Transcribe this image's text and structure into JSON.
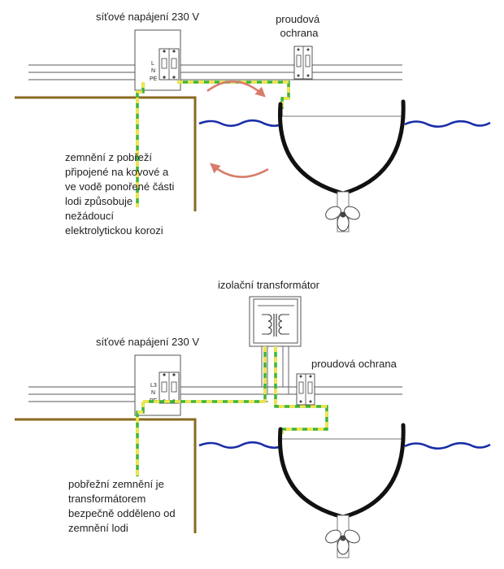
{
  "colors": {
    "earth_green": "#3cb43c",
    "earth_yellow": "#f4e64a",
    "ground": "#8a6a1f",
    "water": "#1a2ea8",
    "hull": "#111111",
    "current_arrow": "#d97b6a"
  },
  "top": {
    "supply_label": "síťové napájení 230  V",
    "breaker_label": [
      "proudová",
      "ochrana"
    ],
    "terminals": [
      "L",
      "N",
      "PE"
    ],
    "caption": [
      "zemnění z pobřeží",
      "připojené na kovové a",
      "ve vodě ponořené části",
      "lodi způsobuje",
      "nežádoucí",
      "elektrolytickou korozi"
    ]
  },
  "bottom": {
    "transformer_label": "izolační transformátor",
    "supply_label": "síťové napájení 230 V",
    "breaker_label": "proudová ochrana",
    "terminals": [
      "L3",
      "N",
      "PE"
    ],
    "caption": [
      "pobřežní zemnění je",
      "transformátorem",
      "bezpečně odděleno od",
      "zemnění lodi"
    ]
  }
}
